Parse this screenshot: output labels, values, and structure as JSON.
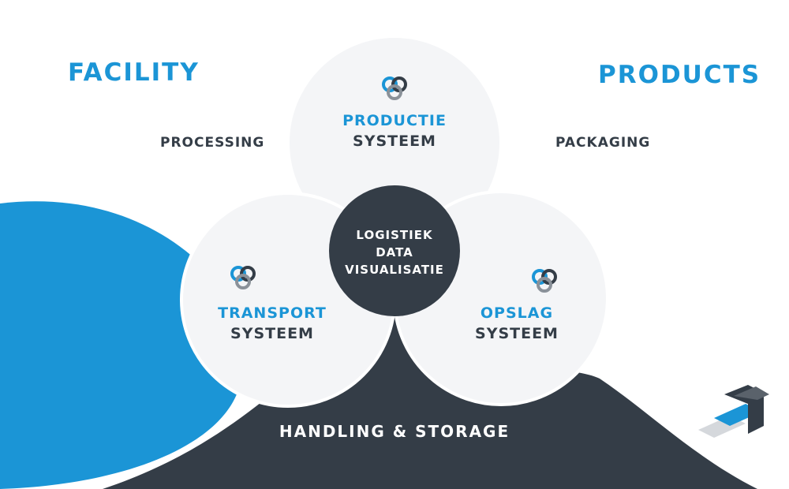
{
  "labels": {
    "facility": "FACILITY",
    "products": "PRODUCTS",
    "processing": "PROCESSING",
    "packaging": "PACKAGING",
    "handling": "HANDLING & STORAGE"
  },
  "circles": {
    "productie": {
      "title": "PRODUCTIE",
      "subtitle": "SYSTEEM"
    },
    "transport": {
      "title": "TRANSPORT",
      "subtitle": "SYSTEEM"
    },
    "opslag": {
      "title": "OPSLAG",
      "subtitle": "SYSTEEM"
    }
  },
  "center": {
    "line1": "LOGISTIEK",
    "line2": "DATA",
    "line3": "VISUALISATIE"
  },
  "colors": {
    "blue": "#1b95d6",
    "dark": "#343d47",
    "circle": "#f4f5f7",
    "white": "#ffffff"
  },
  "icons": {
    "circle_icon": "linked-rings-icon",
    "logo": "isometric-stairs-logo"
  }
}
